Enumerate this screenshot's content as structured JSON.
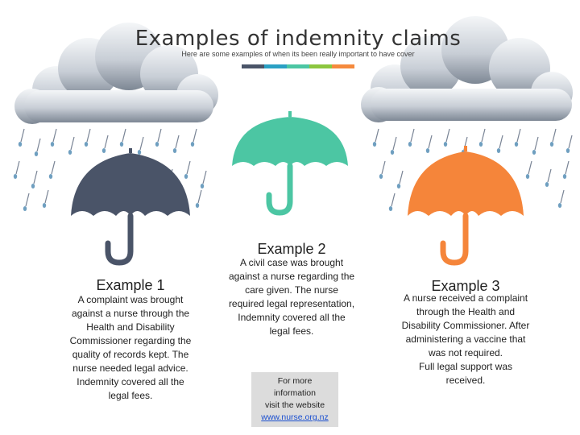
{
  "header": {
    "title": "Examples of indemnity claims",
    "subtitle": "Here are some examples of when its been really important to have cover",
    "colors": [
      "#4a5468",
      "#2aa0c4",
      "#4cc6a3",
      "#8cc63f",
      "#f58a3d"
    ]
  },
  "umbrella_colors": {
    "example1": "#4a5468",
    "example2": "#4cc6a3",
    "example3": "#f5853a"
  },
  "examples": [
    {
      "title": "Example 1",
      "lines": [
        "A complaint was brought",
        "against a nurse through the",
        "Health and Disability",
        "Commissioner regarding the",
        "quality of records kept. The",
        "nurse needed legal advice.",
        "Indemnity covered all the",
        "legal fees."
      ]
    },
    {
      "title": "Example 2",
      "lines": [
        "A civil case was brought",
        "against a nurse regarding the",
        "care given. The nurse",
        "required legal representation,",
        "Indemnity covered all the",
        "legal fees."
      ]
    },
    {
      "title": "Example 3",
      "lines": [
        "A nurse received a complaint",
        "through the Health and",
        "Disability Commissioner. After",
        "administering a vaccine that",
        "was not required.",
        "Full legal support was",
        "received."
      ]
    }
  ],
  "info": {
    "line1": "For more",
    "line2": "information",
    "line3": "visit the website",
    "link": "www.nurse.org.nz"
  }
}
